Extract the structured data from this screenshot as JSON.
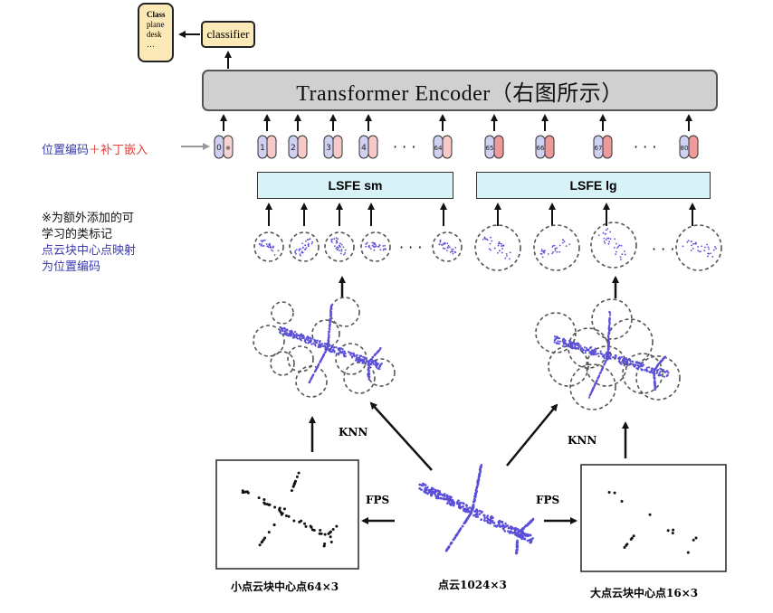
{
  "encoder": {
    "label": "Transformer Encoder（右图所示）"
  },
  "classifier": {
    "label": "classifier"
  },
  "output": {
    "title": "Class",
    "items": [
      "plane",
      "desk",
      "…"
    ]
  },
  "pos_embed": {
    "part1": "位置编码",
    "plus": "＋",
    "part2": "补丁嵌入",
    "colors": {
      "pos": "#3b3bb0",
      "patch": "#e0403a"
    }
  },
  "tokens_sm": [
    "0",
    "1",
    "2",
    "3",
    "4",
    "64"
  ],
  "tokens_lg": [
    "65",
    "66",
    "67",
    "80"
  ],
  "cls_marker": "※",
  "ellipsis": "· · ·",
  "lsfe": {
    "sm": "LSFE sm",
    "lg": "LSFE lg"
  },
  "note": {
    "line1": "※为额外添加的可",
    "line2": "学习的类标记",
    "line3": "点云块中心点映射",
    "line4": "为位置编码"
  },
  "labels": {
    "knn_left": "KNN",
    "knn_right": "KNN",
    "fps_left": "FPS",
    "fps_right": "FPS",
    "small_centers": "小点云块中心点64×3",
    "cloud": "点云1024×3",
    "large_centers": "大点云块中心点16×3"
  },
  "colors": {
    "points": "#5a4fd8",
    "encoder": "#d0d0d0",
    "lsfe": "#d7f3f7",
    "classifier": "#fbe9b8"
  }
}
